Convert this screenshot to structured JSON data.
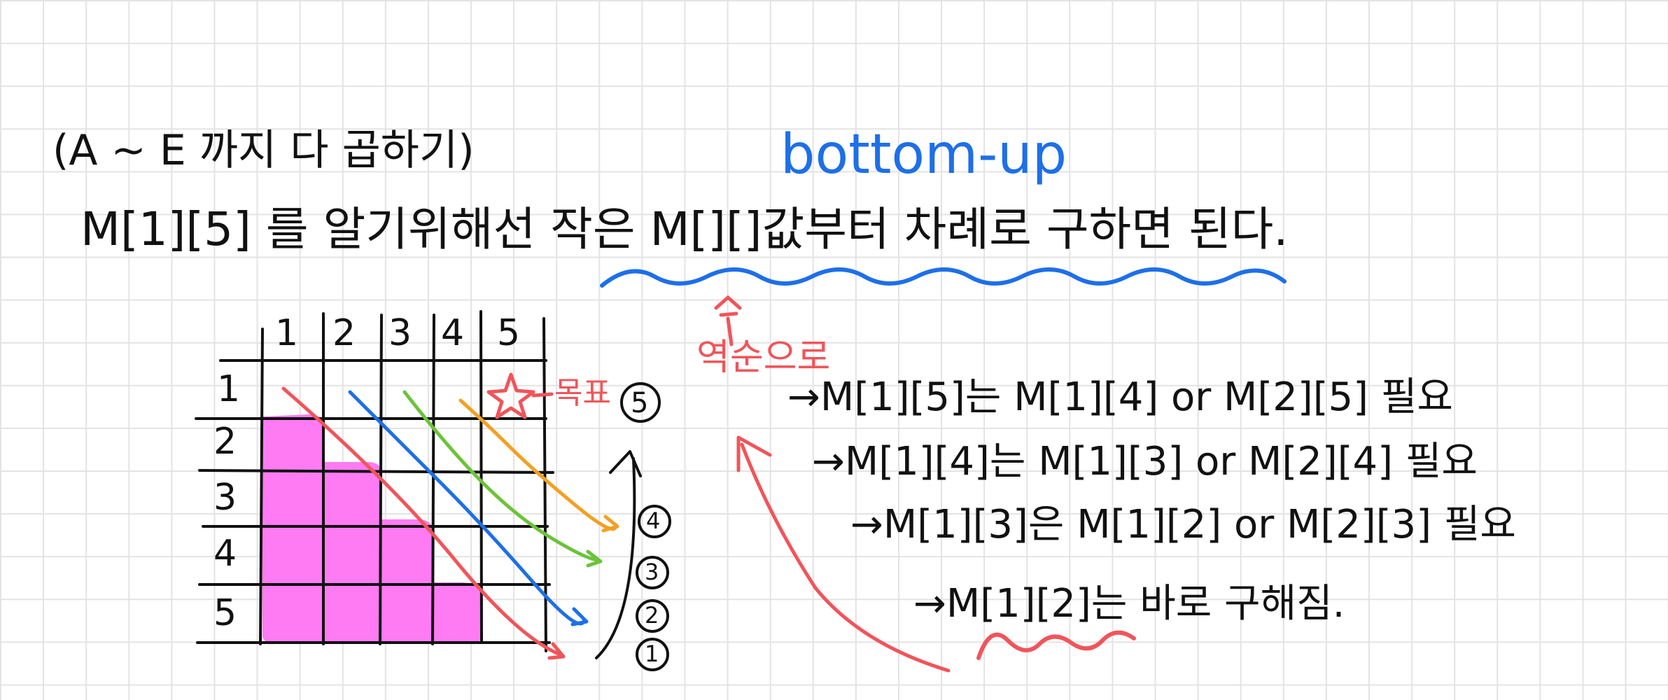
{
  "note": {
    "header_paren": "(A ~ E 까지 다 곱하기)",
    "bottom_up": "bottom-up",
    "main_sentence": "M[1][5] 를 알기위해선 작은 M[][]값부터 차례로 구하면 된다.",
    "annotation_reverse": "역순으로",
    "goal_label": "목표",
    "steps": [
      "M[1][5]는 M[1][4] or M[2][5] 필요",
      "M[1][4]는 M[1][3] or M[2][4] 필요",
      "M[1][3]은 M[1][2] or M[2][3] 필요",
      "M[1][2]는 바로 구해짐."
    ]
  },
  "table": {
    "col_headers": [
      "1",
      "2",
      "3",
      "4",
      "5"
    ],
    "row_headers": [
      "1",
      "2",
      "3",
      "4",
      "5"
    ]
  },
  "order_numbers": [
    "5",
    "4",
    "3",
    "2",
    "1"
  ],
  "colors": {
    "ink": "#111111",
    "blue": "#1e6fe8",
    "red": "#f0555a",
    "green": "#6cc33a",
    "orange": "#f3a023",
    "magenta": "#ff7bf3",
    "grid": "#e3e3e3"
  }
}
